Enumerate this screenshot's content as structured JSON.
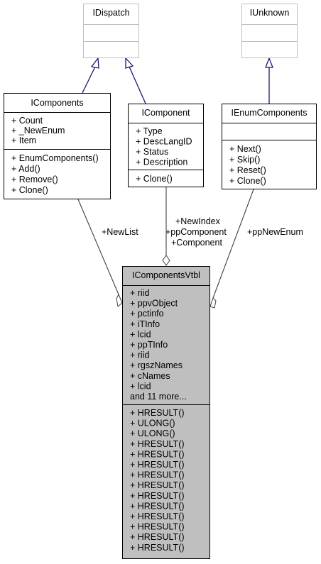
{
  "classes": {
    "idispatch": {
      "name": "IDispatch"
    },
    "iunknown": {
      "name": "IUnknown"
    },
    "icomponents": {
      "name": "IComponents",
      "attributes": [
        "+ Count",
        "+ _NewEnum",
        "+ Item"
      ],
      "operations": [
        "+ EnumComponents()",
        "+ Add()",
        "+ Remove()",
        "+ Clone()"
      ]
    },
    "icomponent": {
      "name": "IComponent",
      "attributes": [
        "+ Type",
        "+ DescLangID",
        "+ Status",
        "+ Description"
      ],
      "operations": [
        "+ Clone()"
      ]
    },
    "ienumcomponents": {
      "name": "IEnumComponents",
      "attributes": [],
      "operations": [
        "+ Next()",
        "+ Skip()",
        "+ Reset()",
        "+ Clone()"
      ]
    },
    "icomponentsvtbl": {
      "name": "IComponentsVtbl",
      "attributes": [
        "+ riid",
        "+ ppvObject",
        "+ pctinfo",
        "+ iTInfo",
        "+ lcid",
        "+ ppTInfo",
        "+ riid",
        "+ rgszNames",
        "+ cNames",
        "+ lcid",
        "and 11 more..."
      ],
      "operations": [
        "+ HRESULT()",
        "+ ULONG()",
        "+ ULONG()",
        "+ HRESULT()",
        "+ HRESULT()",
        "+ HRESULT()",
        "+ HRESULT()",
        "+ HRESULT()",
        "+ HRESULT()",
        "+ HRESULT()",
        "+ HRESULT()",
        "+ HRESULT()",
        "+ HRESULT()",
        "+ HRESULT()"
      ]
    }
  },
  "edges": {
    "newlist": "+NewList",
    "component_labels": [
      "+NewIndex",
      "+ppComponent",
      "+Component"
    ],
    "ppnewenum": "+ppNewEnum"
  },
  "colors": {
    "inheritance_arrow": "#191970",
    "association_line": "#404040",
    "highlight_fill": "#bfbfbf",
    "grey_border": "#bfbfbf"
  }
}
